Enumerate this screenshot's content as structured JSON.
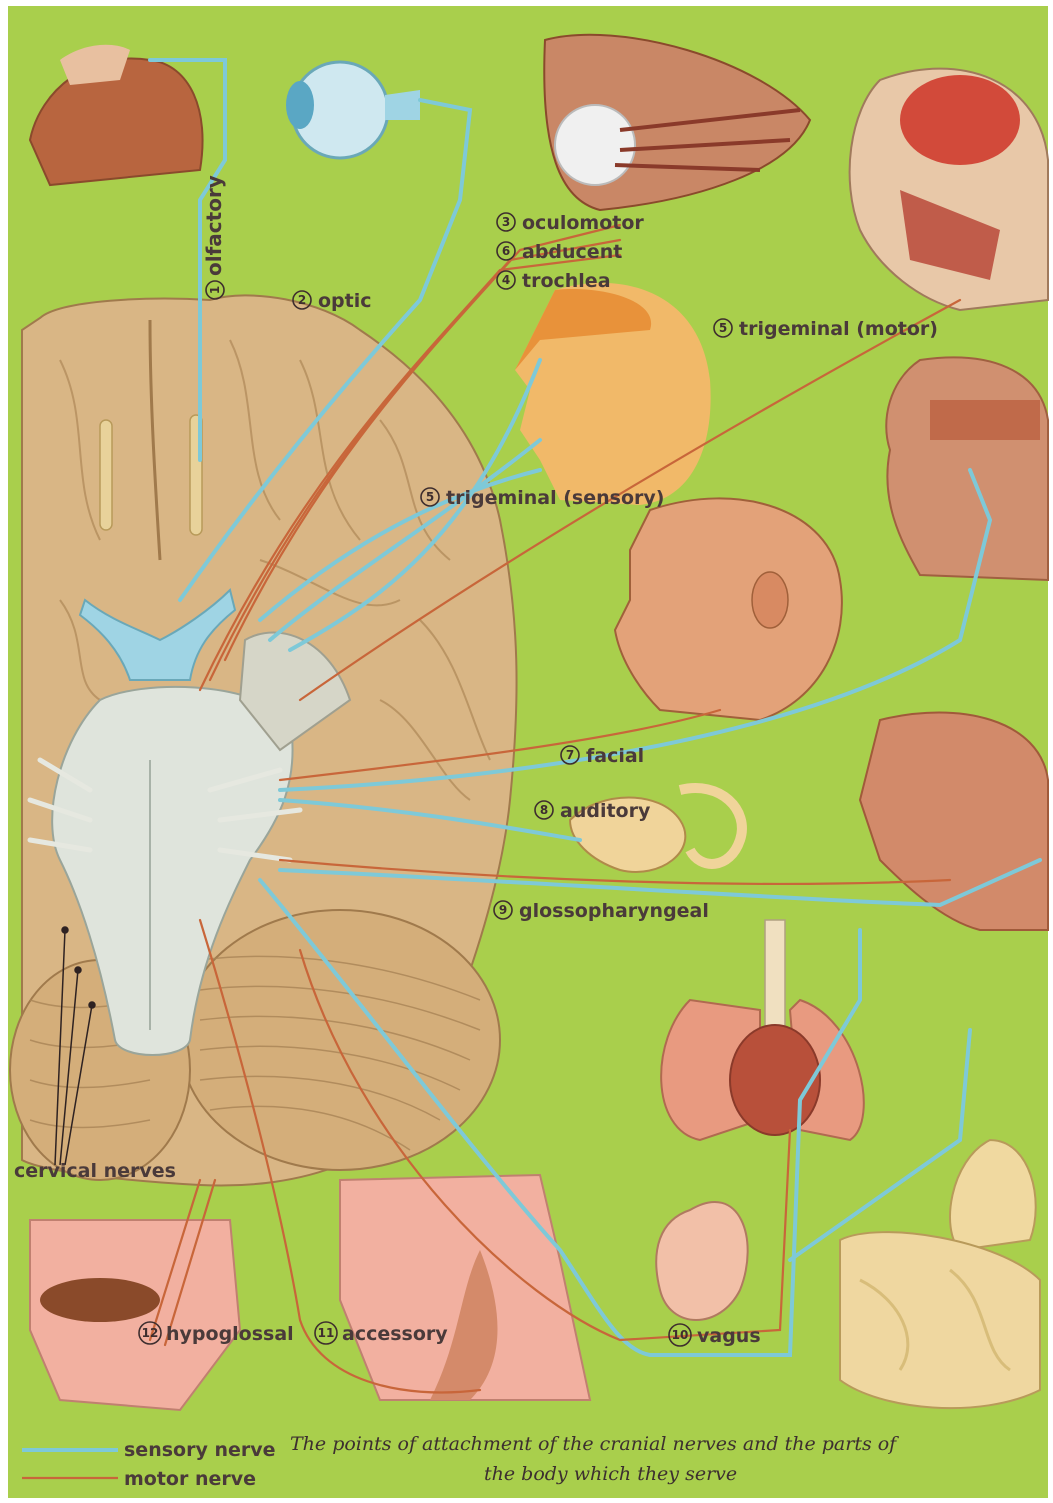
{
  "colors": {
    "background": "#a9cf4c",
    "sensory_nerve": "#7ec9d8",
    "motor_nerve": "#c8663a",
    "brain": "#d9b685",
    "brainstem": "#dfe4dc",
    "tissue": "#e7a78a"
  },
  "nerves": [
    {
      "num": "1",
      "label": "olfactory"
    },
    {
      "num": "2",
      "label": "optic"
    },
    {
      "num": "3",
      "label": "oculomotor"
    },
    {
      "num": "6",
      "label": "abducent"
    },
    {
      "num": "4",
      "label": "trochlea"
    },
    {
      "num": "5",
      "label": "trigeminal (motor)"
    },
    {
      "num": "5",
      "label": "trigeminal (sensory)"
    },
    {
      "num": "7",
      "label": "facial"
    },
    {
      "num": "8",
      "label": "auditory"
    },
    {
      "num": "9",
      "label": "glossopharyngeal"
    },
    {
      "num": "12",
      "label": "hypoglossal"
    },
    {
      "num": "11",
      "label": "accessory"
    },
    {
      "num": "10",
      "label": "vagus"
    }
  ],
  "cervical_label": "cervical nerves",
  "legend": {
    "sensory": "sensory nerve",
    "motor": "motor nerve"
  },
  "caption": {
    "line1": "The points of attachment of the cranial nerves and the parts of",
    "line2": "the body which they serve"
  }
}
